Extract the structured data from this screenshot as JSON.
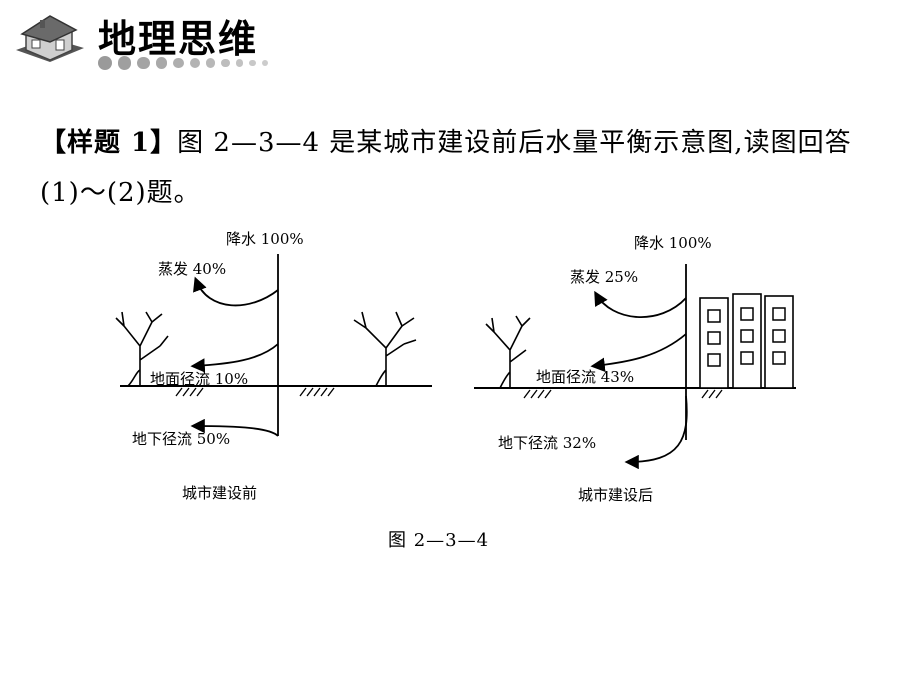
{
  "header": {
    "title": "地理思维",
    "logo_icon": "house-icon",
    "dot_count": 11
  },
  "question": {
    "tag": "【样题 1】",
    "text": "图 2—3—4 是某城市建设前后水量平衡示意图,读图回答(1)～(2)题。"
  },
  "diagram": {
    "left": {
      "precipitation": "降水 100%",
      "evaporation": "蒸发 40%",
      "surface_runoff": "地面径流 10%",
      "underground_runoff": "地下径流 50%",
      "label": "城市建设前"
    },
    "right": {
      "precipitation": "降水 100%",
      "evaporation": "蒸发 25%",
      "surface_runoff": "地面径流 43%",
      "underground_runoff": "地下径流 32%",
      "label": "城市建设后"
    },
    "caption": "图 2—3—4"
  },
  "colors": {
    "text": "#000000",
    "dots": "#9a9a9a"
  }
}
